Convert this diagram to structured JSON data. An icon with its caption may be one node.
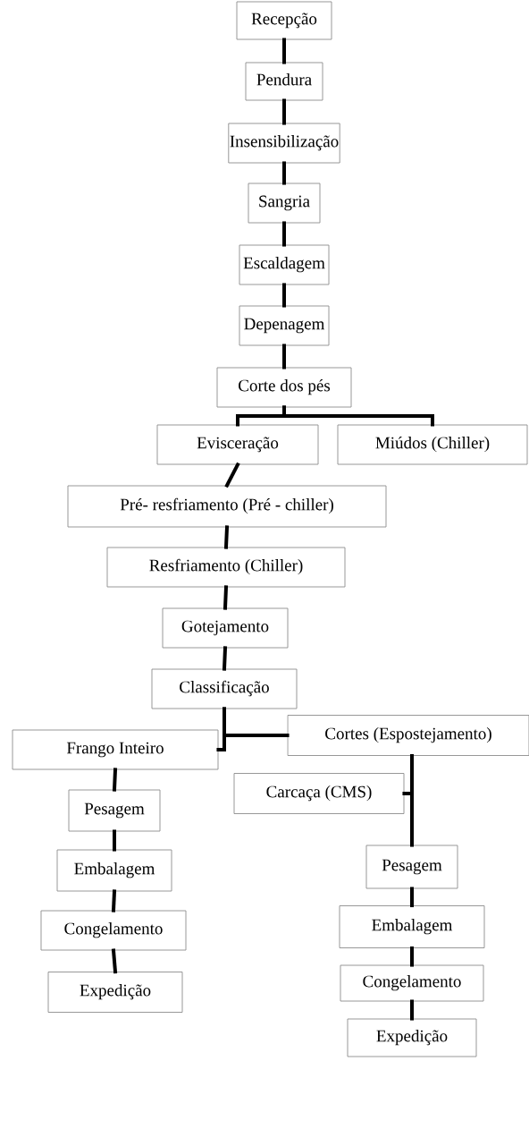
{
  "diagram": {
    "nodes": [
      {
        "text": [
          "Recepção"
        ]
      },
      {
        "text": [
          "Pendura"
        ]
      },
      {
        "text": [
          "Insensibilização"
        ]
      },
      {
        "text": [
          "Sangria"
        ]
      },
      {
        "text": [
          "Escaldagem"
        ]
      },
      {
        "text": [
          "Depenagem"
        ]
      },
      {
        "text": [
          "Corte dos pés"
        ]
      },
      {
        "text": [
          "Evisceração"
        ]
      },
      {
        "text": [
          "Miúdos (Chiller)"
        ]
      },
      {
        "text": [
          "Pré- resfriamento (Pré - chiller)"
        ]
      },
      {
        "text": [
          "Resfriamento (Chiller)"
        ]
      },
      {
        "text": [
          "Gotejamento"
        ]
      },
      {
        "text": [
          "Classificação"
        ]
      },
      {
        "text": [
          "Frango Inteiro"
        ]
      },
      {
        "text": [
          "Cortes (Espostejamento)"
        ]
      },
      {
        "text": [
          "Carcaça (CMS)"
        ]
      },
      {
        "text": [
          "Pesagem"
        ]
      },
      {
        "text": [
          "Embalagem"
        ]
      },
      {
        "text": [
          "Congelamento"
        ]
      },
      {
        "text": [
          "Expedição"
        ]
      },
      {
        "text": [
          "Pesagem"
        ]
      },
      {
        "text": [
          "Embalagem"
        ]
      },
      {
        "text": [
          "Congelamento"
        ]
      },
      {
        "text": [
          "Expedição"
        ]
      }
    ],
    "edges": [
      {
        "from": 0,
        "to": 1,
        "arrow": "none"
      },
      {
        "from": 1,
        "to": 2,
        "arrow": "none"
      },
      {
        "from": 2,
        "to": 3,
        "arrow": "none"
      },
      {
        "from": 3,
        "to": 4,
        "arrow": "none"
      },
      {
        "from": 4,
        "to": 5,
        "arrow": "none"
      },
      {
        "from": 5,
        "to": 6,
        "arrow": "none"
      },
      {
        "from": 6,
        "to": 7,
        "arrow": "none"
      },
      {
        "from": 6,
        "to": 8,
        "arrow": "none"
      },
      {
        "from": 7,
        "to": 9,
        "arrow": "none"
      },
      {
        "from": 9,
        "to": 10,
        "arrow": "none"
      },
      {
        "from": 10,
        "to": 11,
        "arrow": "none"
      },
      {
        "from": 11,
        "to": 12,
        "arrow": "none"
      },
      {
        "from": 12,
        "to": 13,
        "arrow": "none"
      },
      {
        "from": 12,
        "to": 14,
        "arrow": "none"
      },
      {
        "from": 13,
        "to": 16,
        "arrow": "none"
      },
      {
        "from": 16,
        "to": 17,
        "arrow": "none"
      },
      {
        "from": 17,
        "to": 18,
        "arrow": "none"
      },
      {
        "from": 18,
        "to": 19,
        "arrow": "none"
      },
      {
        "from": 14,
        "to": 15,
        "arrow": "none"
      },
      {
        "from": 14,
        "to": 20,
        "arrow": "none"
      },
      {
        "from": 20,
        "to": 21,
        "arrow": "none"
      },
      {
        "from": 21,
        "to": 22,
        "arrow": "none"
      },
      {
        "from": 22,
        "to": 23,
        "arrow": "none"
      }
    ]
  }
}
